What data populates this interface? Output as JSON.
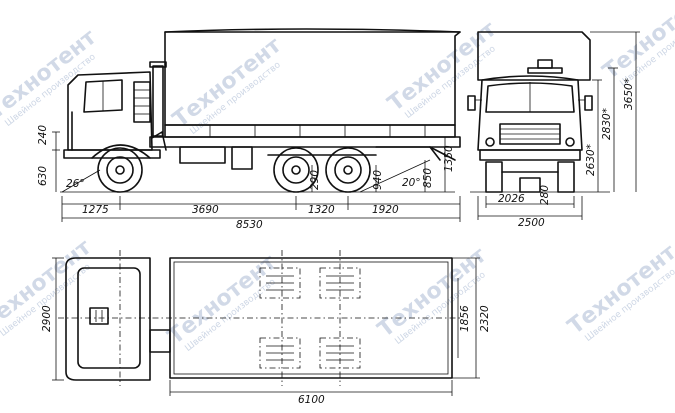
{
  "watermark": {
    "brand": "Технотент",
    "registered": "®",
    "tagline": "Швейное производство"
  },
  "dimensions": {
    "cab_front_upper": "240",
    "cab_front_lower": "630",
    "approach_angle": "26°",
    "front_overhang": "1275",
    "wheelbase_front": "3690",
    "bogie_spacing": "1320",
    "rear_overhang": "1920",
    "total_length": "8530",
    "ground_clearance": "290",
    "rear_clearance": "940",
    "departure_angle": "20°",
    "bed_height": "850",
    "floor_height": "1350",
    "front_track": "2026",
    "inner_clearance": "280",
    "overall_width": "2500",
    "height_a": "2630*",
    "height_b": "2830*",
    "overall_height": "3650*",
    "top_width": "2900",
    "bed_length": "6100",
    "bed_inner_width": "1856",
    "bed_width": "2320"
  }
}
